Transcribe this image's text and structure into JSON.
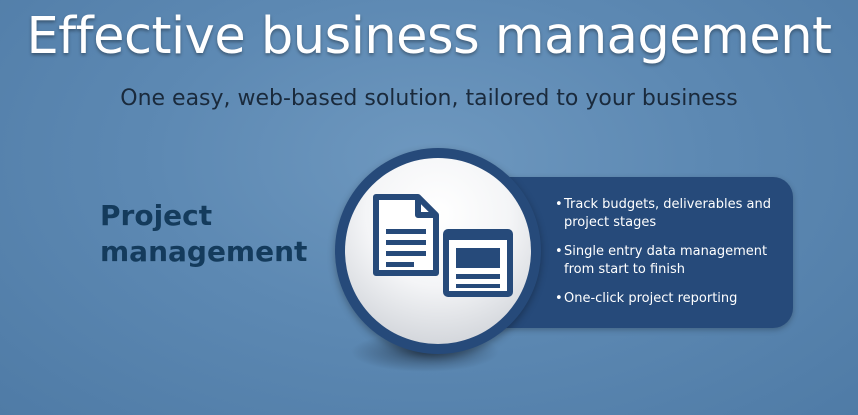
{
  "hero": {
    "title": "Effective business management",
    "subtitle": "One easy, web-based solution, tailored to your business"
  },
  "section": {
    "title_line1": "Project",
    "title_line2": "management"
  },
  "features": [
    "Track budgets, deliverables and project stages",
    "Single entry data management from start to finish",
    "One-click project reporting"
  ],
  "icons": {
    "document": "document-icon",
    "browser_window": "browser-window-icon"
  },
  "colors": {
    "background": "#5d89b3",
    "panel": "#264a7a",
    "heading": "#ffffff",
    "subtitle": "#1a2a3c",
    "section_title": "#143b5c",
    "feature_text": "#ffffff"
  }
}
